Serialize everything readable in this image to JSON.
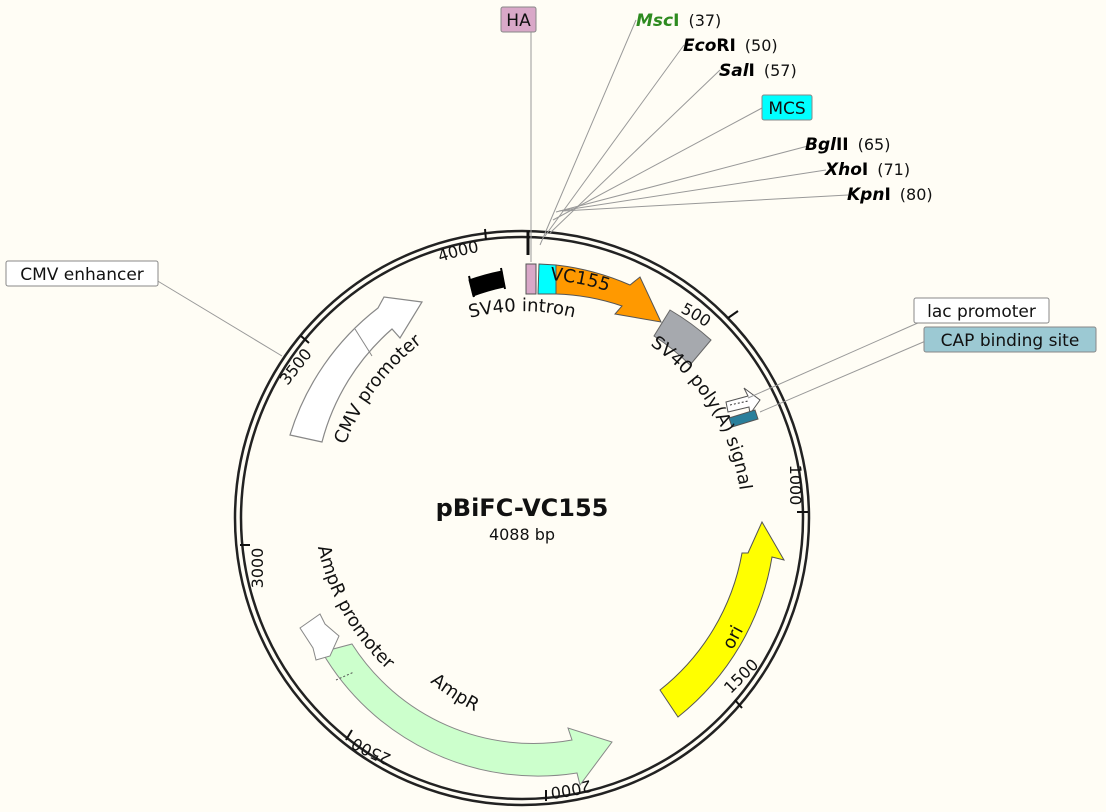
{
  "plasmid": {
    "name": "pBiFC-VC155",
    "size_label": "4088 bp"
  },
  "ticks": [
    "500",
    "1000",
    "1500",
    "2000",
    "2500",
    "3000",
    "3500",
    "4000"
  ],
  "features": [
    {
      "key": "vc155",
      "label": "VC155",
      "color": "#ff9900"
    },
    {
      "key": "sv40_polya",
      "label": "SV40 poly(A) signal",
      "color": "#a6a9ae"
    },
    {
      "key": "ori",
      "label": "ori",
      "color": "#ffff00"
    },
    {
      "key": "ampr",
      "label": "AmpR",
      "color": "#ccffcc"
    },
    {
      "key": "ampr_promoter",
      "label": "AmpR promoter",
      "color": "#ffffff"
    },
    {
      "key": "cmv_promoter",
      "label": "CMV promoter",
      "color": "#ffffff"
    },
    {
      "key": "sv40_intron",
      "label": "SV40 intron",
      "color": "#000000"
    },
    {
      "key": "lac_promoter",
      "label": "lac promoter",
      "color": "#ffffff"
    },
    {
      "key": "cap_site",
      "label": "CAP binding site",
      "color": "#2a7f9b"
    },
    {
      "key": "cmv_enhancer",
      "label": "CMV enhancer",
      "color": "#ffffff"
    },
    {
      "key": "ha",
      "label": "HA",
      "color": "#d9a8c8"
    },
    {
      "key": "mcs",
      "label": "MCS",
      "color": "#00ffff"
    }
  ],
  "sites": [
    {
      "name": "MscI",
      "italic": "Msc",
      "roman": "I",
      "pos": "(37)",
      "color": "#2e8b20"
    },
    {
      "name": "EcoRI",
      "italic": "Eco",
      "roman": "RI",
      "pos": "(50)",
      "color": "#000000"
    },
    {
      "name": "SalI",
      "italic": "Sal",
      "roman": "I",
      "pos": "(57)",
      "color": "#000000"
    },
    {
      "name": "BglII",
      "italic": "Bgl",
      "roman": "II",
      "pos": "(65)",
      "color": "#000000"
    },
    {
      "name": "XhoI",
      "italic": "Xho",
      "roman": "I",
      "pos": "(71)",
      "color": "#000000"
    },
    {
      "name": "KpnI",
      "italic": "Kpn",
      "roman": "I",
      "pos": "(80)",
      "color": "#000000"
    }
  ]
}
